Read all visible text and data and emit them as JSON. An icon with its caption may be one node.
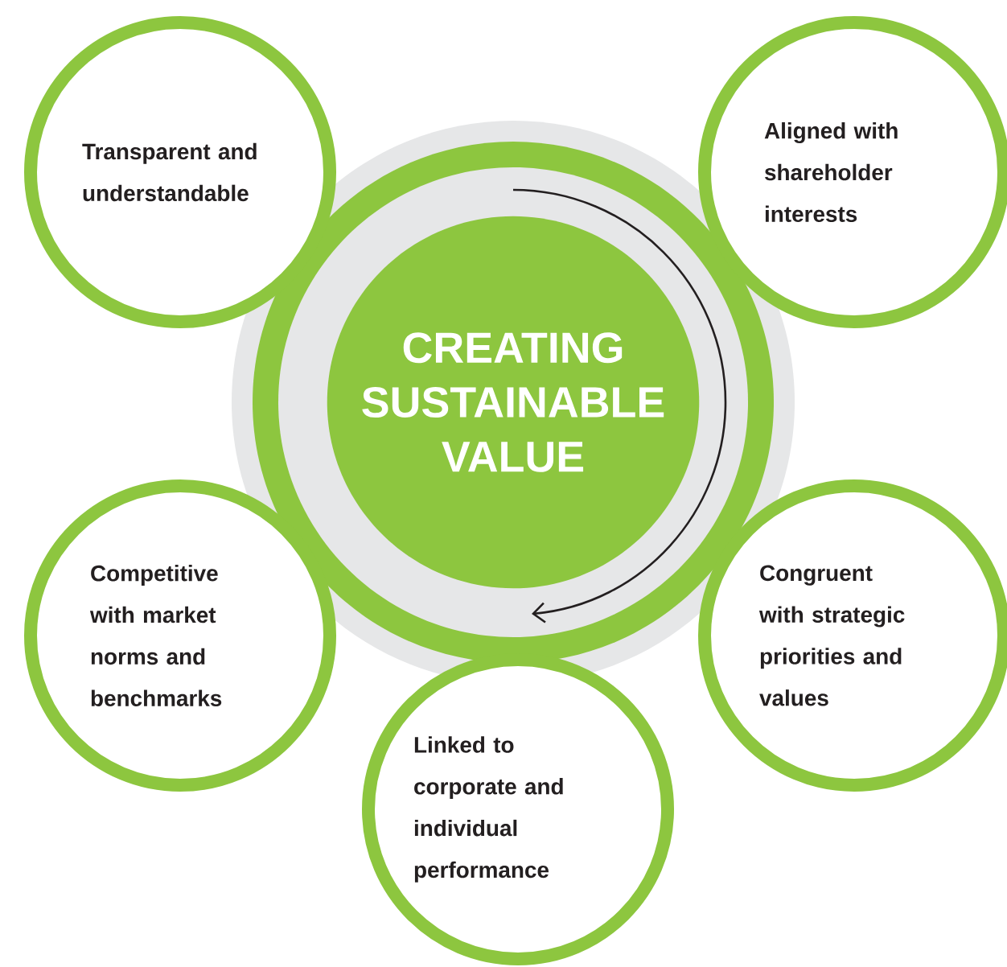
{
  "diagram": {
    "nodes": [
      {
        "text": [
          "Transparent and understandable"
        ]
      },
      {
        "text": [
          "Aligned with shareholder interests"
        ]
      },
      {
        "text": [
          "CREATING SUSTAINABLE VALUE"
        ]
      },
      {
        "text": [
          "Competitive with market norms and benchmarks"
        ]
      },
      {
        "text": [
          "Congruent with strategic priorities and values"
        ]
      },
      {
        "text": [
          "Linked to corporate and individual performance"
        ]
      }
    ]
  }
}
